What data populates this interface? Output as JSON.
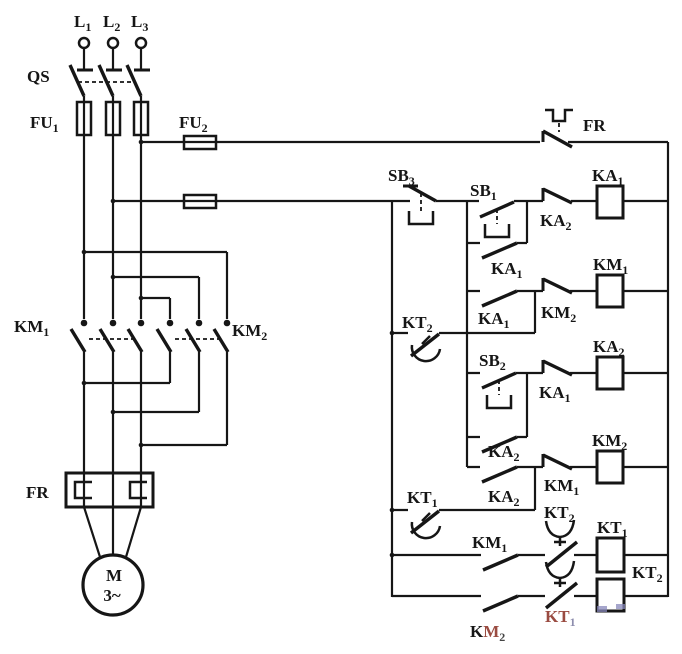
{
  "diagram_title": "Motor reversing control circuit with relays and timers",
  "colors": {
    "line": "#161616",
    "background": "#ffffff",
    "watermark_maroon": "#9a4b41",
    "watermark_slate": "#8d8dad",
    "artifact_blue": "#8888bb"
  },
  "labels": {
    "l1": {
      "t": "L",
      "s": "1"
    },
    "l2": {
      "t": "L",
      "s": "2"
    },
    "l3": {
      "t": "L",
      "s": "3"
    },
    "qs": {
      "t": "QS"
    },
    "fu1": {
      "t": "FU",
      "s": "1"
    },
    "fu2": {
      "t": "FU",
      "s": "2"
    },
    "km1_main": {
      "t": "KM",
      "s": "1"
    },
    "km2_main": {
      "t": "KM",
      "s": "2"
    },
    "fr_main": {
      "t": "FR"
    },
    "motor_m": "M",
    "motor_ph": "3~",
    "fr_ctl": {
      "t": "FR"
    },
    "sb3": {
      "t": "SB",
      "s": "3"
    },
    "sb1": {
      "t": "SB",
      "s": "1"
    },
    "ka2_r1": {
      "t": "KA",
      "s": "2"
    },
    "ka1_coil": {
      "t": "KA",
      "s": "1"
    },
    "ka1_hold": {
      "t": "KA",
      "s": "1"
    },
    "ka1_r2": {
      "t": "KA",
      "s": "1"
    },
    "km2_r2": {
      "t": "KM",
      "s": "2"
    },
    "km1_coil": {
      "t": "KM",
      "s": "1"
    },
    "kt2_no": {
      "t": "KT",
      "s": "2"
    },
    "sb2": {
      "t": "SB",
      "s": "2"
    },
    "ka1_r3": {
      "t": "KA",
      "s": "1"
    },
    "ka2_coil": {
      "t": "KA",
      "s": "2"
    },
    "ka2_hold": {
      "t": "KA",
      "s": "2"
    },
    "ka2_r4": {
      "t": "KA",
      "s": "2"
    },
    "km1_r4": {
      "t": "KM",
      "s": "1"
    },
    "km2_coil": {
      "t": "KM",
      "s": "2"
    },
    "kt1_no": {
      "t": "KT",
      "s": "1"
    },
    "km1_r5": {
      "t": "KM",
      "s": "1"
    },
    "kt2_nc": {
      "t": "KT",
      "s": "2"
    },
    "kt1_coil": {
      "t": "KT",
      "s": "1"
    },
    "kt2_coil_lbl": {
      "t": "KT",
      "s": "2"
    },
    "km2_r6": {
      "k": "K",
      "m": "M",
      "s": "2"
    },
    "kt1_nc": {
      "t": "KT",
      "s": "1"
    }
  }
}
